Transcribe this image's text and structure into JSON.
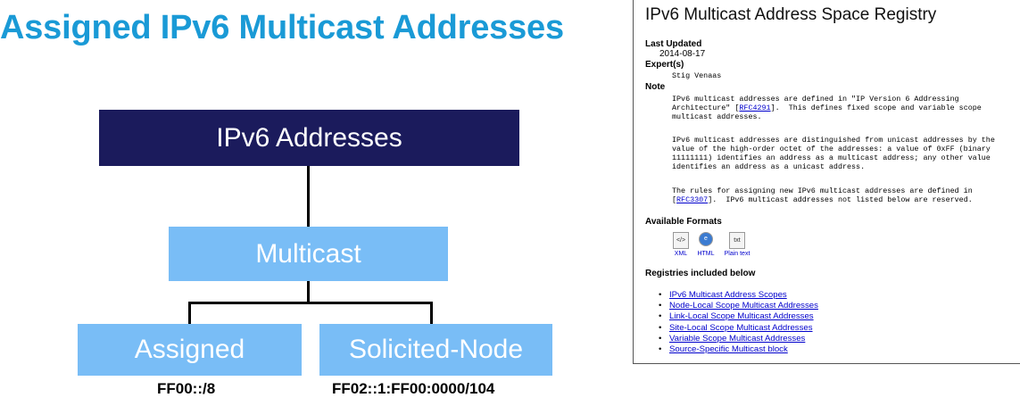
{
  "slide_title": "Assigned IPv6 Multicast Addresses",
  "diagram": {
    "root": "IPv6 Addresses",
    "child": "Multicast",
    "leaves": [
      {
        "label": "Assigned",
        "caption": "FF00::/8"
      },
      {
        "label": "Solicited-Node",
        "caption": "FF02::1:FF00:0000/104"
      }
    ]
  },
  "registry": {
    "title": "IPv6 Multicast Address Space Registry",
    "last_updated_label": "Last Updated",
    "last_updated": "2014-08-17",
    "experts_label": "Expert(s)",
    "experts": "Stig Venaas",
    "note_label": "Note",
    "note_p1": {
      "l1": "IPv6 multicast addresses are defined in \"IP Version 6 Addressing",
      "l2a": "Architecture\" [",
      "link": "RFC4291",
      "l2b": "].  This defines fixed scope and variable scope",
      "l3": "multicast addresses."
    },
    "note_p2": "IPv6 multicast addresses are distinguished from unicast addresses by the\nvalue of the high-order octet of the addresses: a value of 0xFF (binary\n11111111) identifies an address as a multicast address; any other value\nidentifies an address as a unicast address.",
    "note_p3": {
      "l1": "The rules for assigning new IPv6 multicast addresses are defined in",
      "l2a": "[",
      "link": "RFC3307",
      "l2b": "].  IPv6 multicast addresses not listed below are reserved."
    },
    "formats_label": "Available Formats",
    "formats": [
      {
        "icon": "xml-icon",
        "label": "XML"
      },
      {
        "icon": "html-icon",
        "label": "HTML"
      },
      {
        "icon": "txt-icon",
        "label": "Plain text"
      }
    ],
    "registries_label": "Registries included below",
    "registries": [
      "IPv6 Multicast Address Scopes",
      "Node-Local Scope Multicast Addresses",
      "Link-Local Scope Multicast Addresses",
      "Site-Local Scope Multicast Addresses",
      "Variable Scope Multicast Addresses",
      "Source-Specific Multicast block"
    ],
    "colors": {
      "link": "#0000cc"
    }
  },
  "colors": {
    "title": "#1a9ad6",
    "root_box": "#1b1b5c",
    "child_box": "#79bdf6",
    "text_on_box": "#ffffff"
  }
}
